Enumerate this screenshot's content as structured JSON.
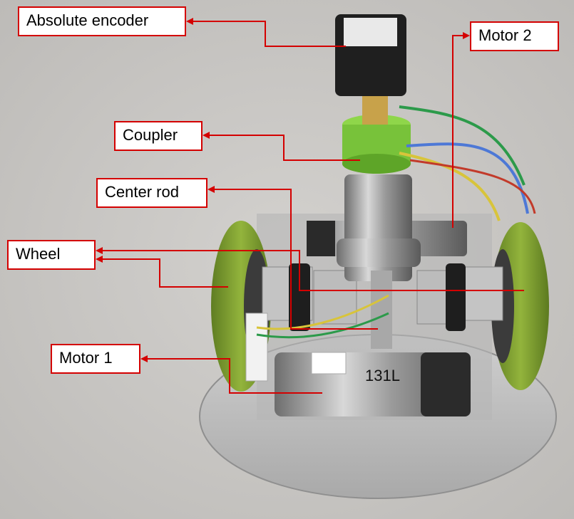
{
  "labels": {
    "absolute_encoder": "Absolute encoder",
    "motor_2": "Motor 2",
    "coupler": "Coupler",
    "center_rod": "Center rod",
    "wheel": "Wheel",
    "motor_1": "Motor 1"
  },
  "colors": {
    "callout_red": "#d40000",
    "background_counter": "#c9c7c4",
    "wheel_green": "#7a9a2e",
    "coupler_green": "#78c23a",
    "base_plate": "#bcbcbc"
  },
  "motor_marking": "131L"
}
